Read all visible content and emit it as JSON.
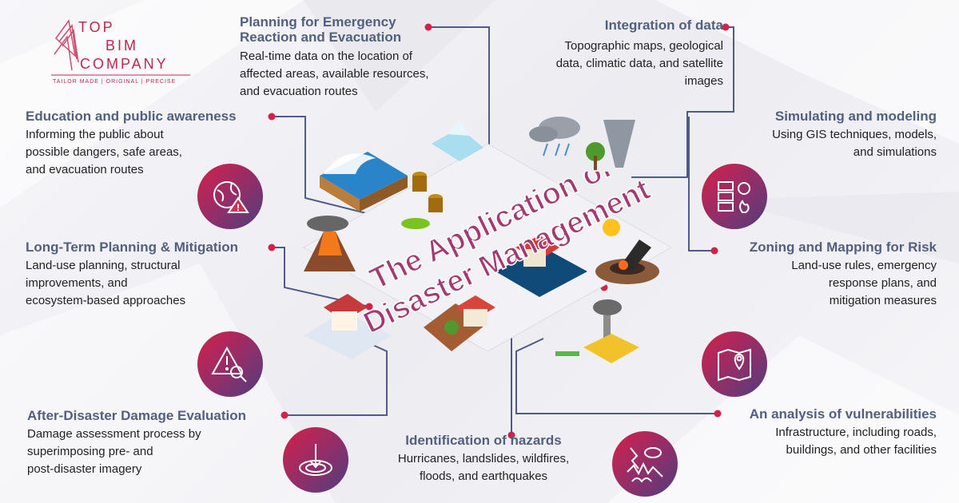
{
  "logo": {
    "line1": "TOP",
    "line2": "BIM",
    "line3": "COMPANY",
    "tagline": "TAILOR MADE | ORIGINAL | PRECISE"
  },
  "title": {
    "line1": "The Application of",
    "line2": "Disaster Management"
  },
  "items": {
    "planning": {
      "title_1": "Planning for Emergency",
      "title_2": "Reaction and Evacuation",
      "desc_1": "Real-time data on the location of",
      "desc_2": "affected areas, available resources,",
      "desc_3": "and evacuation routes"
    },
    "integration": {
      "title": "Integration of data",
      "desc_1": "Topographic maps, geological",
      "desc_2": "data, climatic data, and satellite",
      "desc_3": "images"
    },
    "education": {
      "title": "Education and public awareness",
      "desc_1": "Informing the public about",
      "desc_2": "possible dangers, safe areas,",
      "desc_3": "and evacuation routes"
    },
    "simulating": {
      "title": "Simulating and modeling",
      "desc_1": "Using GIS techniques, models,",
      "desc_2": "and simulations"
    },
    "longterm": {
      "title": "Long-Term Planning & Mitigation",
      "desc_1": "Land-use planning, structural",
      "desc_2": "improvements, and",
      "desc_3": "ecosystem-based approaches"
    },
    "zoning": {
      "title": "Zoning and Mapping for Risk",
      "desc_1": "Land-use rules, emergency",
      "desc_2": "response plans, and",
      "desc_3": "mitigation measures"
    },
    "afterdisaster": {
      "title": "After-Disaster Damage Evaluation",
      "desc_1": "Damage assessment process by",
      "desc_2": "superimposing pre- and",
      "desc_3": "post-disaster imagery"
    },
    "hazards": {
      "title": "Identification of hazards",
      "desc_1": "Hurricanes, landslides, wildfires,",
      "desc_2": "floods, and earthquakes"
    },
    "vulnerabilities": {
      "title": "An analysis of vulnerabilities",
      "desc_1": "Infrastructure, including roads,",
      "desc_2": "buildings, and other facilities"
    }
  },
  "icons": [
    "globe-warning-icon",
    "server-fire-icon",
    "warning-search-icon",
    "map-pin-icon",
    "target-arrow-icon",
    "multi-hazard-icon"
  ],
  "colors": {
    "heading": "#52607f",
    "accent": "#d5204a",
    "purple": "#5a3f7c",
    "line": "#4f5a86"
  }
}
